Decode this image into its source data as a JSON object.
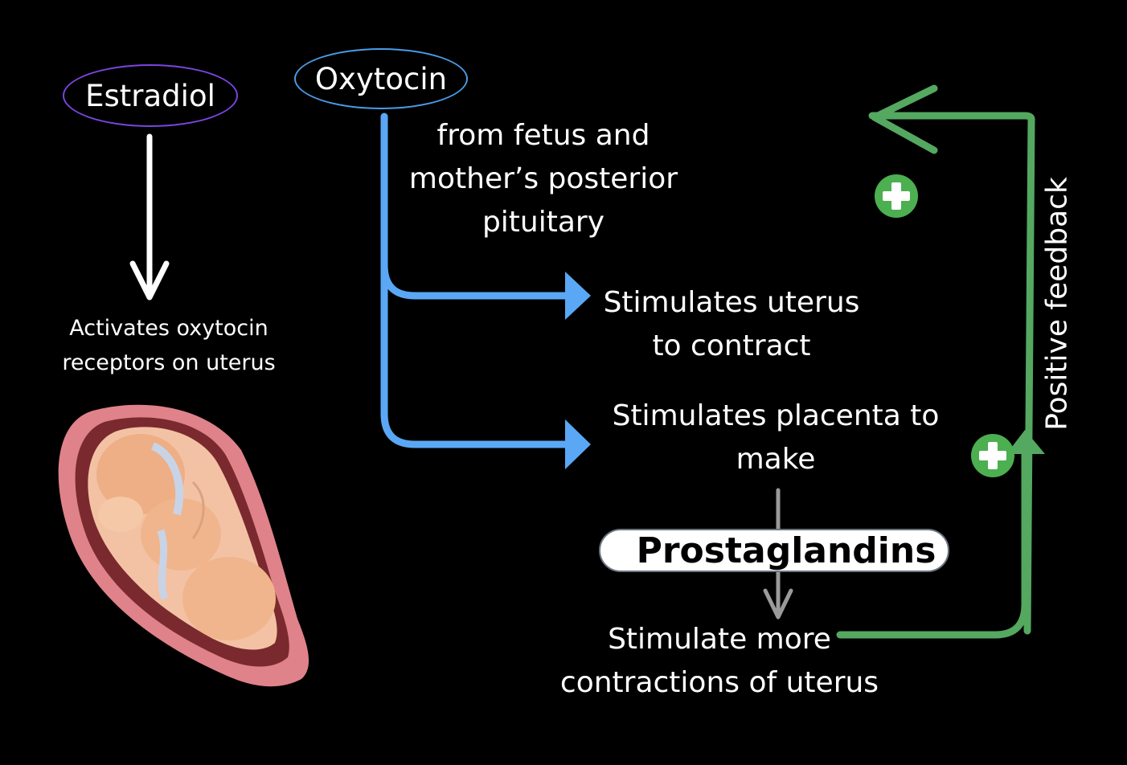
{
  "nodes": {
    "estradiol": "Estradiol",
    "oxytocin": "Oxytocin",
    "oxytocin_source": [
      "from fetus and",
      "mother’s posterior",
      "pituitary"
    ],
    "activates": [
      "Activates oxytocin",
      "receptors on uterus"
    ],
    "stim_uterus": [
      "Stimulates uterus",
      "to contract"
    ],
    "stim_placenta": [
      "Stimulates placenta to",
      "make"
    ],
    "prostaglandins": "Prostaglandins",
    "stim_more": [
      "Stimulate more",
      "contractions of uterus"
    ],
    "positive_feedback": "Positive feedback"
  },
  "colors": {
    "estradiol_outline": "#7a45e0",
    "oxytocin_outline": "#4a9be8",
    "oxytocin_arrows": "#5aa8f5",
    "feedback_arrow": "#54a860",
    "plus_badge": "#4caf50",
    "prostaglandins_arrow": "#9a9a9a",
    "uterus_wall": "#e0828a",
    "fetus_skin": "#f0b58c"
  },
  "icons": [
    "plus-icon",
    "plus-icon",
    "uterus-fetus-illustration"
  ]
}
